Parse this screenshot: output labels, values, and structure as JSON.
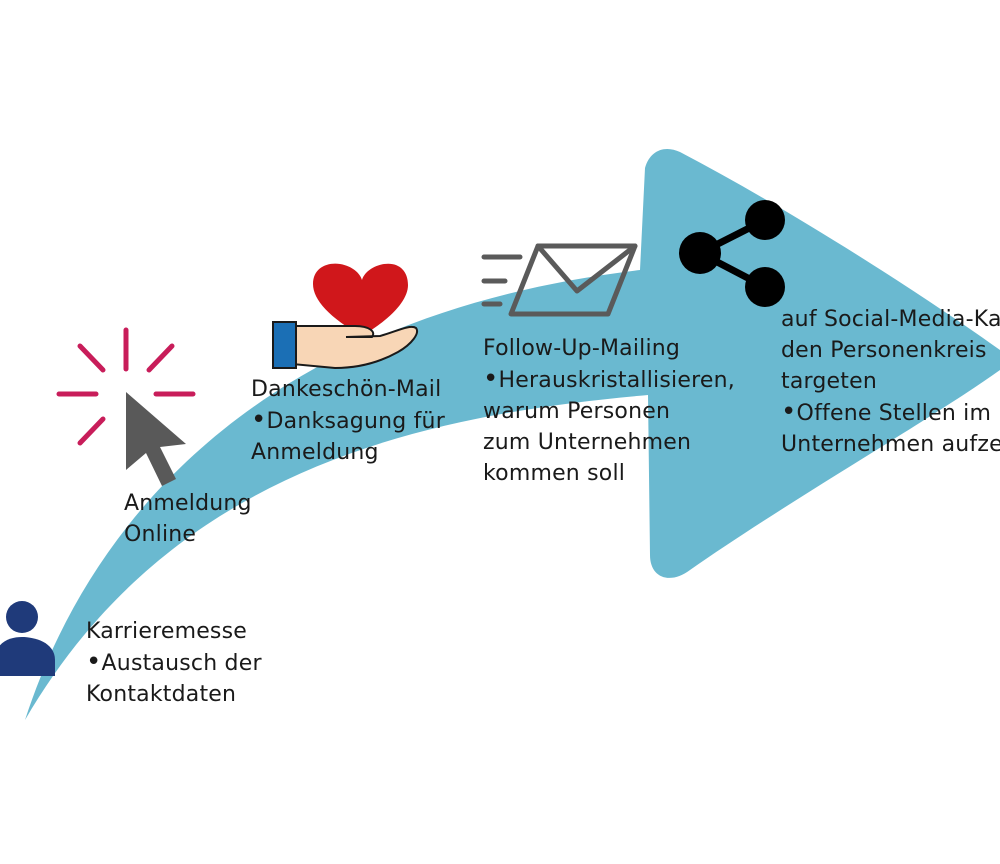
{
  "colors": {
    "arrow": "#6AB9D0",
    "person": "#1F3A7A",
    "click_rays": "#C81D5A",
    "cursor": "#595959",
    "heart": "#D0171B",
    "hand_skin": "#F8D6B6",
    "sleeve": "#1B6FB5",
    "envelope": "#5A5A5A",
    "share": "#000000"
  },
  "icons": [
    "person-icon",
    "click-cursor-icon",
    "heart-hand-icon",
    "envelope-icon",
    "share-icon"
  ],
  "steps": [
    {
      "title": "Karrieremesse",
      "bullets": [
        "Austausch der",
        "Kontaktdaten"
      ]
    },
    {
      "title": "Anmeldung",
      "title2": "Online"
    },
    {
      "title": "Dankeschön-Mail",
      "bullet1": "Danksagung für",
      "line2": "Anmeldung"
    },
    {
      "title": "Follow-Up-Mailing",
      "bullet1": "Herauskristallisieren,",
      "line2": "warum Personen",
      "line3": "zum Unternehmen",
      "line4": "kommen soll"
    },
    {
      "line1": "auf Social-Media-Ka",
      "line2": "den Personenkreis",
      "line3": "targeten",
      "bullet2": "Offene Stellen im",
      "line5": "Unternehmen aufze"
    }
  ]
}
